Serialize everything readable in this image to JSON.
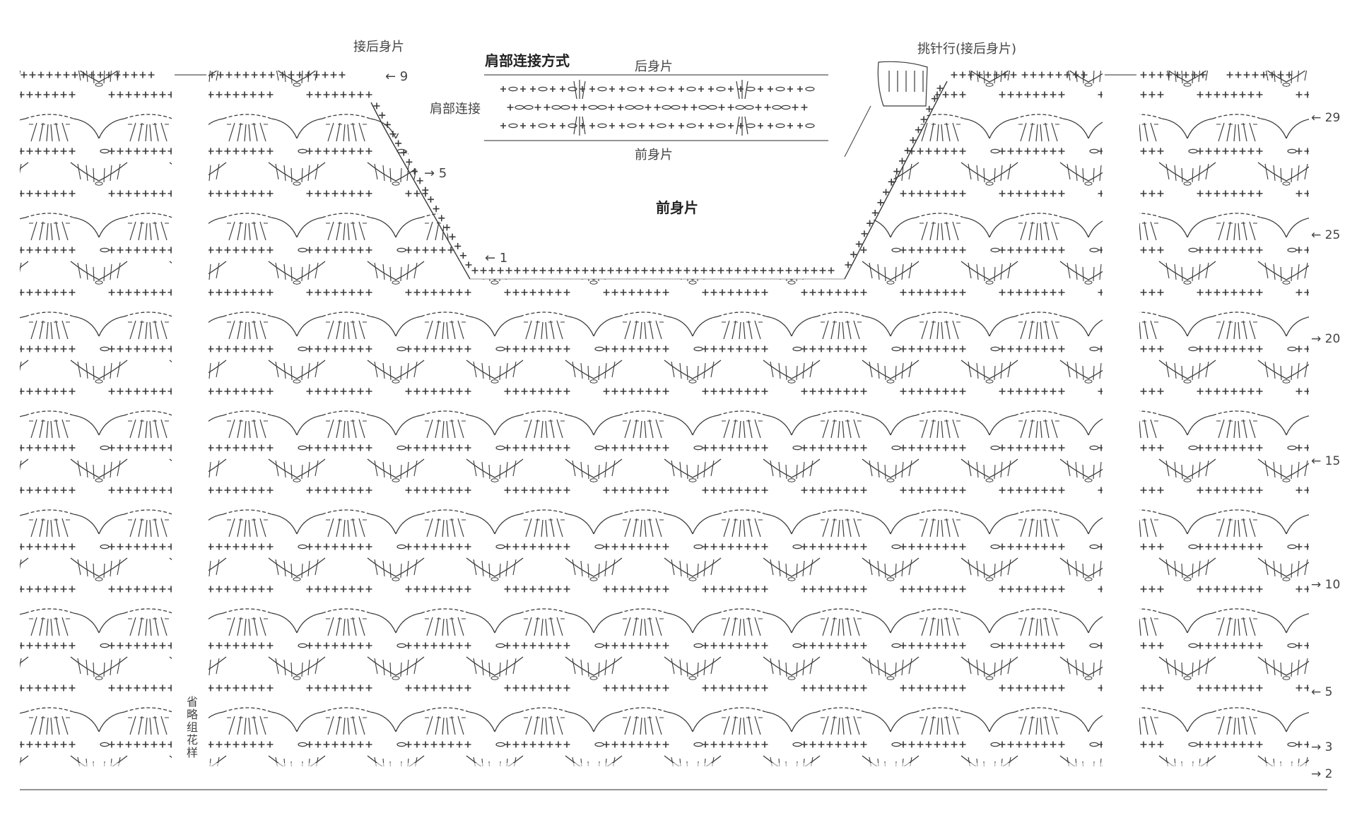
{
  "labels": {
    "join_back_left": "接后身片",
    "row9_left": "← 9",
    "shoulder_title": "肩部连接方式",
    "back_piece": "后身片",
    "shoulder_join": "肩部连接",
    "front_piece_small": "前身片",
    "row5_left": "→ 5",
    "row1_left": "← 1",
    "front_piece_big": "前身片",
    "pick_up_row": "挑针行(接后身片)",
    "omit_pattern": "省略组花样"
  },
  "row_numbers": [
    "← 29",
    "← 25",
    "→ 20",
    "← 15",
    "→ 10",
    "← 5",
    "→ 3",
    "→ 2"
  ],
  "colors": {
    "stitch": "#3a3a3a",
    "line": "#555555",
    "faded": "#b8b8b8"
  }
}
